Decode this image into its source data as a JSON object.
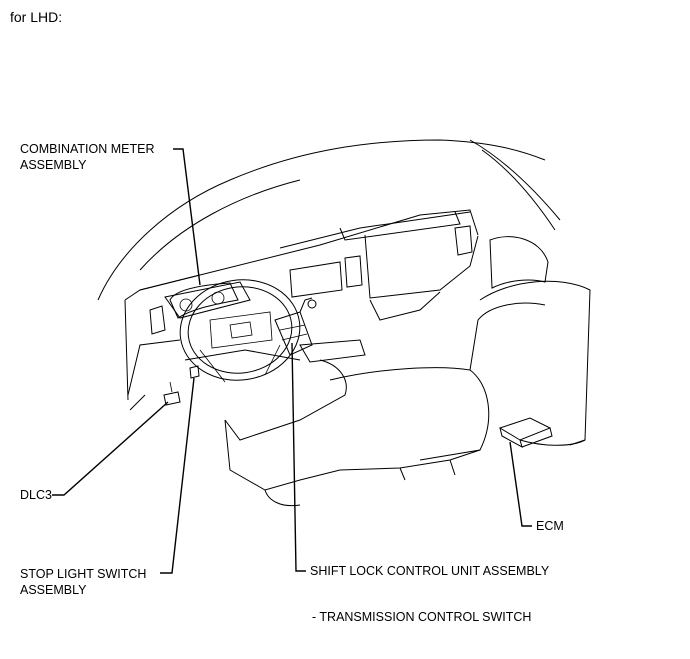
{
  "title": "for LHD:",
  "labels": {
    "combination_meter": [
      "COMBINATION METER",
      "ASSEMBLY"
    ],
    "dlc3": "DLC3",
    "stop_light_switch": [
      "STOP LIGHT SWITCH",
      "ASSEMBLY"
    ],
    "shift_lock": "SHIFT LOCK CONTROL UNIT ASSEMBLY",
    "transmission_switch": "- TRANSMISSION CONTROL SWITCH",
    "ecm": "ECM"
  }
}
